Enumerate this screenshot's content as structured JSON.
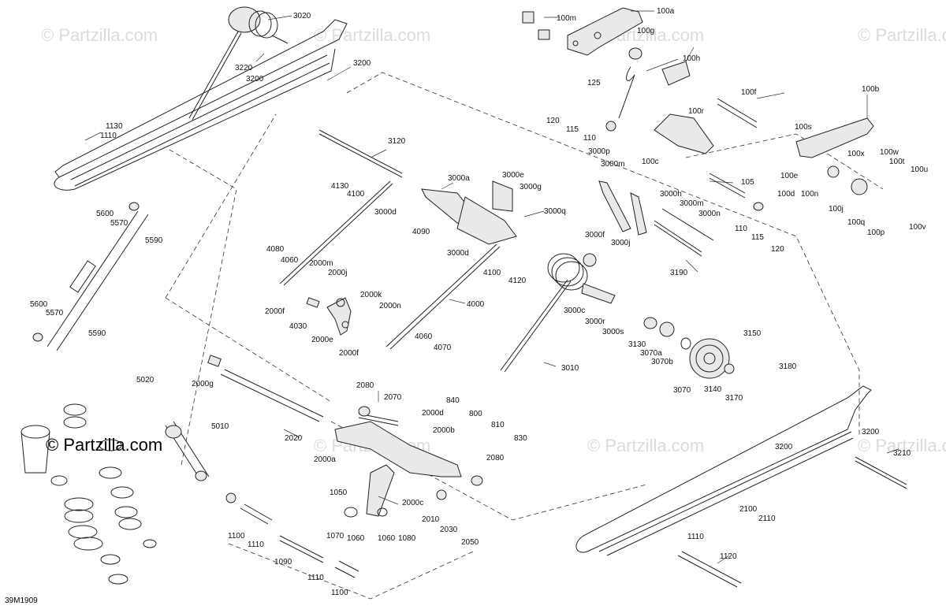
{
  "diagram": {
    "watermark": "© Partzilla.com",
    "brand_label": "© Partzilla.com",
    "diagram_code": "39M1909",
    "callouts": {
      "c3020": "3020",
      "c3220": "3220",
      "c3200a": "3200",
      "c3200b": "3200",
      "c1130a": "1130",
      "c1110a": "1110",
      "c5600a": "5600",
      "c5570a": "5570",
      "c5590a": "5590",
      "c5600b": "5600",
      "c5570b": "5570",
      "c5590b": "5590",
      "c100m": "100m",
      "c100a": "100a",
      "c100g": "100g",
      "c100h": "100h",
      "c125": "125",
      "c120a": "120",
      "c115a": "115",
      "c110a": "110",
      "c100f": "100f",
      "c100r": "100r",
      "c100c": "100c",
      "c100b": "100b",
      "c100s": "100s",
      "c100e": "100e",
      "c100d": "100d",
      "c100n": "100n",
      "c100x": "100x",
      "c100w": "100w",
      "c100t": "100t",
      "c100u": "100u",
      "c100j": "100j",
      "c100q": "100q",
      "c100p": "100p",
      "c100v": "100v",
      "c3120": "3120",
      "c4130": "4130",
      "c4100a": "4100",
      "c3000d1": "3000d",
      "c3000a": "3000a",
      "c3000e": "3000e",
      "c3000g": "3000g",
      "c3000q": "3000q",
      "c3000p": "3000p",
      "c3000m1": "3000m",
      "c3000h": "3000h",
      "c3000m2": "3000m",
      "c3000n": "3000n",
      "c3000j": "3000j",
      "c105": "105",
      "c110b": "110",
      "c115b": "115",
      "c120b": "120",
      "c4090": "4090",
      "c3000d2": "3000d",
      "c3000f": "3000f",
      "c4100b": "4100",
      "c4120": "4120",
      "c3190": "3190",
      "c4080": "4080",
      "c4060a": "4060",
      "c2000m": "2000m",
      "c2000j": "2000j",
      "c2000k": "2000k",
      "c2000n": "2000n",
      "c2000f1": "2000f",
      "c4030": "4030",
      "c2000e": "2000e",
      "c2000f2": "2000f",
      "c4000": "4000",
      "c3000c": "3000c",
      "c3000r": "3000r",
      "c3000s": "3000s",
      "c3130": "3130",
      "c3070a": "3070a",
      "c3070b": "3070b",
      "c3150": "3150",
      "c3180": "3180",
      "c3070": "3070",
      "c3140": "3140",
      "c3170": "3170",
      "c4060b": "4060",
      "c4070": "4070",
      "c3010": "3010",
      "c840": "840",
      "c800": "800",
      "c810": "810",
      "c830": "830",
      "c2000g": "2000g",
      "c2080a": "2080",
      "c2070": "2070",
      "c2000d": "2000d",
      "c2000b": "2000b",
      "c2020": "2020",
      "c2000a": "2000a",
      "c2080b": "2080",
      "c5020": "5020",
      "c5010": "5010",
      "c1050": "1050",
      "c2000c": "2000c",
      "c2010": "2010",
      "c2030": "2030",
      "c2050": "2050",
      "c1070": "1070",
      "c1060a": "1060",
      "c1060b": "1060",
      "c1080": "1080",
      "c1100a": "1100",
      "c1110b": "1110",
      "c1090": "1090",
      "c1110c": "1110",
      "c1100b": "1100",
      "c3200c": "3200",
      "c3200d": "3200",
      "c3210": "3210",
      "c2100": "2100",
      "c2110": "2110",
      "c1110d": "1110",
      "c1120": "1120"
    }
  }
}
